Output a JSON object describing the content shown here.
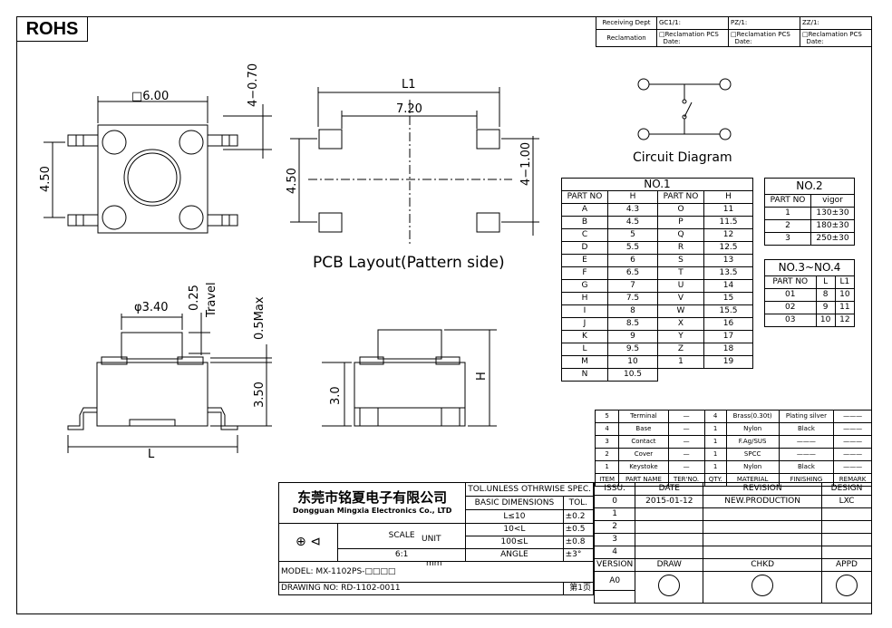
{
  "rohs": "ROHS",
  "header": {
    "receiving_dept": "Receiving Dept",
    "gc": "GC1/1:",
    "pz": "PZ/1:",
    "zz": "ZZ/1:",
    "reclamation": "Reclamation",
    "reclamation_pcs": "□Reclamation PCS",
    "date": "Date:"
  },
  "dims": {
    "sq600": "□6.00",
    "d470": "4−0.70",
    "d450a": "4.50",
    "l1": "L1",
    "d720": "7.20",
    "d450b": "4.50",
    "d100": "4−1.00",
    "pcb_title": "PCB Layout(Pattern side)",
    "circuit_title": "Circuit Diagram",
    "phi340": "φ3.40",
    "d025": "0.25",
    "travel": "Travel",
    "d05max": "0.5Max",
    "d350": "3.50",
    "l": "L",
    "d30": "3.0",
    "h": "H"
  },
  "no1": {
    "title": "NO.1",
    "headers": [
      "PART NO",
      "H",
      "PART NO",
      "H"
    ],
    "rows": [
      [
        "A",
        "4.3",
        "O",
        "11"
      ],
      [
        "B",
        "4.5",
        "P",
        "11.5"
      ],
      [
        "C",
        "5",
        "Q",
        "12"
      ],
      [
        "D",
        "5.5",
        "R",
        "12.5"
      ],
      [
        "E",
        "6",
        "S",
        "13"
      ],
      [
        "F",
        "6.5",
        "T",
        "13.5"
      ],
      [
        "G",
        "7",
        "U",
        "14"
      ],
      [
        "H",
        "7.5",
        "V",
        "15"
      ],
      [
        "I",
        "8",
        "W",
        "15.5"
      ],
      [
        "J",
        "8.5",
        "X",
        "16"
      ],
      [
        "K",
        "9",
        "Y",
        "17"
      ],
      [
        "L",
        "9.5",
        "Z",
        "18"
      ],
      [
        "M",
        "10",
        "1",
        "19"
      ],
      [
        "N",
        "10.5",
        "",
        ""
      ]
    ]
  },
  "no2": {
    "title": "NO.2",
    "headers": [
      "PART NO",
      "vigor"
    ],
    "rows": [
      [
        "1",
        "130±30"
      ],
      [
        "2",
        "180±30"
      ],
      [
        "3",
        "250±30"
      ]
    ]
  },
  "no34": {
    "title": "NO.3~NO.4",
    "headers": [
      "PART NO",
      "L",
      "L1"
    ],
    "rows": [
      [
        "01",
        "8",
        "10"
      ],
      [
        "02",
        "9",
        "11"
      ],
      [
        "03",
        "10",
        "12"
      ]
    ]
  },
  "bom": {
    "rows": [
      [
        "5",
        "Terminal",
        "—",
        "4",
        "Brass(0.30t)",
        "Plating silver",
        "———"
      ],
      [
        "4",
        "Base",
        "—",
        "1",
        "Nylon",
        "Black",
        "———"
      ],
      [
        "3",
        "Contact",
        "—",
        "1",
        "F.Ag/SUS",
        "———",
        "———"
      ],
      [
        "2",
        "Cover",
        "—",
        "1",
        "SPCC",
        "———",
        "———"
      ],
      [
        "1",
        "Keystoke",
        "—",
        "1",
        "Nylon",
        "Black",
        "———"
      ]
    ],
    "headers": [
      "ITEM",
      "PART NAME",
      "TER'NO.",
      "QTY.",
      "MATERIAL",
      "FINISHING",
      "REMARK"
    ]
  },
  "title_block": {
    "company_cn": "东莞市铭夏电子有限公司",
    "company_en": "Dongguan Mingxia Electronics Co., LTD",
    "tol_header": "TOL.UNLESS OTHRWISE SPEC.",
    "basic_dim": "BASIC DIMENSIONS",
    "tol": "TOL.",
    "tol_rows": [
      [
        "L≤10",
        "±0.2"
      ],
      [
        "10<L",
        "±0.5"
      ],
      [
        "100≤L",
        "±0.8"
      ],
      [
        "ANGLE",
        "±3°"
      ]
    ],
    "scale_label": "SCALE",
    "unit_label": "UNIT",
    "scale": "6:1",
    "unit": "mm",
    "issu": "ISSU.",
    "date_label": "DATE",
    "revision_label": "REVISION",
    "design_label": "DESIGN",
    "issu_val": "0",
    "date_val": "2015-01-12",
    "revision_val": "NEW.PRODUCTION",
    "design_val": "LXC",
    "rev_marks": [
      "1",
      "2",
      "3",
      "4"
    ],
    "version_label": "VERSION",
    "version_val": "A0",
    "draw": "DRAW",
    "chkd": "CHKD",
    "appd": "APPD",
    "model_label": "MODEL:",
    "model_val": "MX-1102PS-□□□□",
    "drawing_label": "DRAWING NO:",
    "drawing_val": "RD-1102-0011",
    "page": "第1页"
  }
}
